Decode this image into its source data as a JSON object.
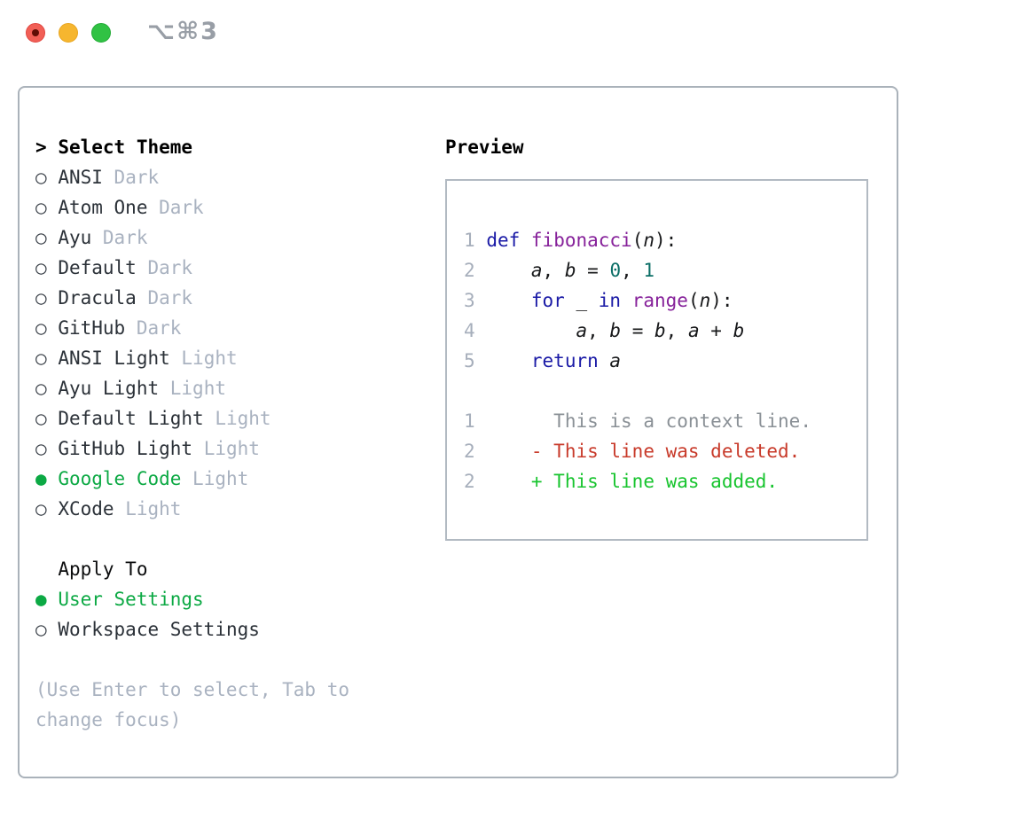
{
  "titlebar": {
    "title": "⌥⌘3",
    "buttons": [
      "close",
      "minimize",
      "zoom"
    ]
  },
  "colors": {
    "selected_green": "#0ca944",
    "diff_added_green": "#17c42e",
    "diff_deleted_red": "#c83a2a",
    "diff_context_gray": "#8a9096",
    "keyword_blue": "#1a1aa6",
    "function_purple": "#86219a",
    "number_teal": "#0b6e66",
    "muted_gray": "#a9b2c0",
    "traffic_red": "#f15f56",
    "traffic_yellow": "#f6b62f",
    "traffic_green": "#31c244"
  },
  "theme_panel": {
    "header": {
      "prompt": ">",
      "label": "Select Theme"
    },
    "glyph_unselected": "○",
    "glyph_selected": "●",
    "items": [
      {
        "name": "ANSI",
        "variant": "Dark",
        "selected": false
      },
      {
        "name": "Atom One",
        "variant": "Dark",
        "selected": false
      },
      {
        "name": "Ayu",
        "variant": "Dark",
        "selected": false
      },
      {
        "name": "Default",
        "variant": "Dark",
        "selected": false
      },
      {
        "name": "Dracula",
        "variant": "Dark",
        "selected": false
      },
      {
        "name": "GitHub",
        "variant": "Dark",
        "selected": false
      },
      {
        "name": "ANSI Light",
        "variant": "Light",
        "selected": false
      },
      {
        "name": "Ayu Light",
        "variant": "Light",
        "selected": false
      },
      {
        "name": "Default Light",
        "variant": "Light",
        "selected": false
      },
      {
        "name": "GitHub Light",
        "variant": "Light",
        "selected": false
      },
      {
        "name": "Google Code",
        "variant": "Light",
        "selected": true
      },
      {
        "name": "XCode",
        "variant": "Light",
        "selected": false
      }
    ],
    "apply_to": {
      "label": "Apply To",
      "options": [
        {
          "name": "User Settings",
          "selected": true
        },
        {
          "name": "Workspace Settings",
          "selected": false
        }
      ]
    },
    "help_text": "(Use Enter to select, Tab to change focus)"
  },
  "preview_panel": {
    "header": "Preview",
    "code_lines": [
      {
        "ln": "1",
        "tokens": [
          {
            "t": "def",
            "c": "kw"
          },
          {
            "t": " ",
            "c": "pl"
          },
          {
            "t": "fibonacci",
            "c": "fn"
          },
          {
            "t": "(",
            "c": "pl"
          },
          {
            "t": "n",
            "c": "var"
          },
          {
            "t": "):",
            "c": "pl"
          }
        ]
      },
      {
        "ln": "2",
        "tokens": [
          {
            "t": "    ",
            "c": "pl"
          },
          {
            "t": "a",
            "c": "var"
          },
          {
            "t": ", ",
            "c": "pl"
          },
          {
            "t": "b",
            "c": "var"
          },
          {
            "t": " = ",
            "c": "pl"
          },
          {
            "t": "0",
            "c": "num"
          },
          {
            "t": ", ",
            "c": "pl"
          },
          {
            "t": "1",
            "c": "num"
          }
        ]
      },
      {
        "ln": "3",
        "tokens": [
          {
            "t": "    ",
            "c": "pl"
          },
          {
            "t": "for",
            "c": "kw"
          },
          {
            "t": " _ ",
            "c": "pl"
          },
          {
            "t": "in",
            "c": "kw"
          },
          {
            "t": " ",
            "c": "pl"
          },
          {
            "t": "range",
            "c": "fn"
          },
          {
            "t": "(",
            "c": "pl"
          },
          {
            "t": "n",
            "c": "var"
          },
          {
            "t": "):",
            "c": "pl"
          }
        ]
      },
      {
        "ln": "4",
        "tokens": [
          {
            "t": "        ",
            "c": "pl"
          },
          {
            "t": "a",
            "c": "var"
          },
          {
            "t": ", ",
            "c": "pl"
          },
          {
            "t": "b",
            "c": "var"
          },
          {
            "t": " = ",
            "c": "pl"
          },
          {
            "t": "b",
            "c": "var"
          },
          {
            "t": ", ",
            "c": "pl"
          },
          {
            "t": "a",
            "c": "var"
          },
          {
            "t": " + ",
            "c": "pl"
          },
          {
            "t": "b",
            "c": "var"
          }
        ]
      },
      {
        "ln": "5",
        "tokens": [
          {
            "t": "    ",
            "c": "pl"
          },
          {
            "t": "return",
            "c": "kw"
          },
          {
            "t": " ",
            "c": "pl"
          },
          {
            "t": "a",
            "c": "var"
          }
        ]
      }
    ],
    "diff_lines": [
      {
        "ln": "1",
        "kind": "context",
        "tokens": [
          {
            "t": "      This is a context line.",
            "c": "ctx"
          }
        ]
      },
      {
        "ln": "2",
        "kind": "deleted",
        "tokens": [
          {
            "t": "    - This line was deleted.",
            "c": "del"
          }
        ]
      },
      {
        "ln": "2",
        "kind": "added",
        "tokens": [
          {
            "t": "    + This line was added.",
            "c": "add"
          }
        ]
      }
    ]
  }
}
